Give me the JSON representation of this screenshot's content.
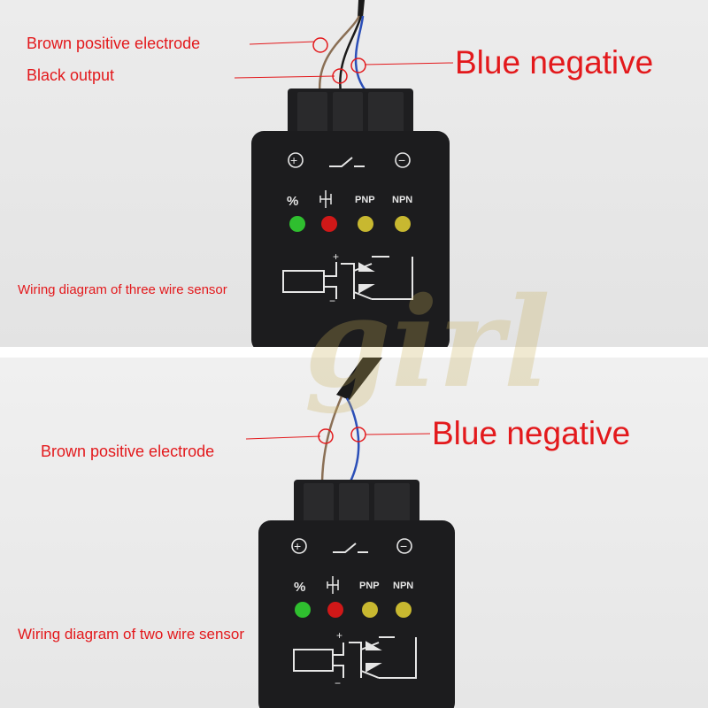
{
  "top": {
    "brown_label": "Brown positive electrode",
    "black_label": "Black output",
    "blue_label": "Blue negative",
    "caption": "Wiring diagram of three wire sensor"
  },
  "bottom": {
    "brown_label": "Brown positive electrode",
    "blue_label": "Blue negative",
    "caption": "Wiring diagram of two wire sensor"
  },
  "device_symbols": {
    "plus": "+",
    "minus": "−",
    "ratio": "%",
    "pnp": "PNP",
    "npn": "NPN",
    "diagram_plus": "+",
    "diagram_minus": "−"
  },
  "watermark": "girl",
  "colors": {
    "label_red": "#e3191c",
    "device_body": "#1c1c1e",
    "led_green": "#2fbf2f",
    "led_red": "#d01818",
    "led_yellow": "#c8b830",
    "wire_brown": "#8a6f55",
    "wire_blue": "#2b4fb8",
    "wire_black": "#1a1a1a"
  },
  "icons": [
    "plus-circle-icon",
    "switch-icon",
    "minus-circle-icon",
    "led-icon"
  ]
}
